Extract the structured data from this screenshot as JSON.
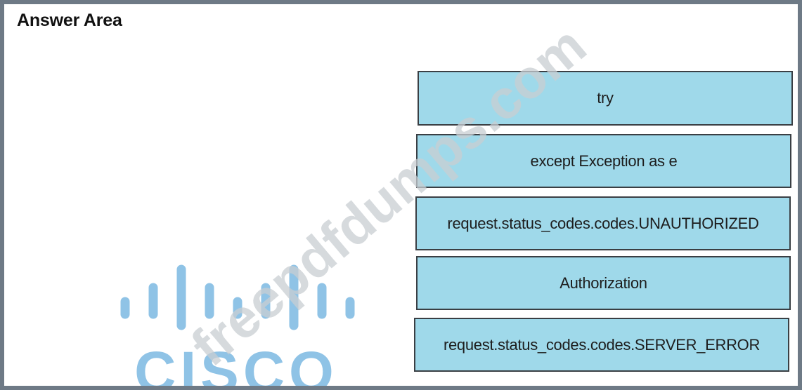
{
  "header": {
    "title": "Answer Area"
  },
  "answer_items": [
    {
      "label": "try"
    },
    {
      "label": "except Exception as e"
    },
    {
      "label": "request.status_codes.codes.UNAUTHORIZED"
    },
    {
      "label": "Authorization"
    },
    {
      "label": "request.status_codes.codes.SERVER_ERROR"
    }
  ],
  "logo": {
    "text": "CISCO",
    "icon": "cisco-logo-icon",
    "color": "#8fc3e6"
  },
  "watermark": {
    "text": "freepdfdumps.com",
    "color": "#c8cdd2"
  },
  "colors": {
    "box_fill": "#9fd9ea",
    "box_border": "#3a3f44",
    "frame_border": "#6e7a86"
  }
}
